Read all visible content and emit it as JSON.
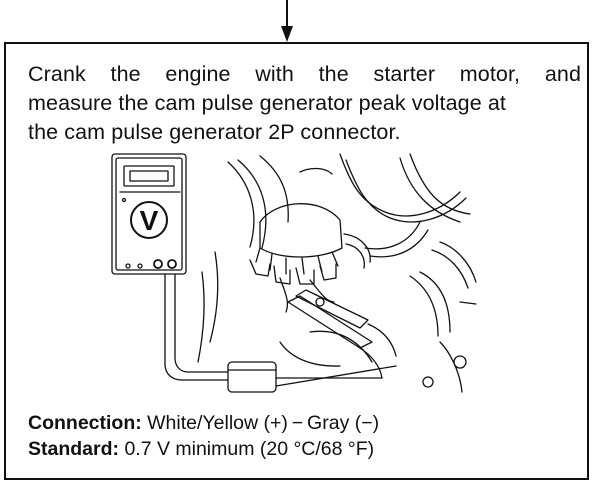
{
  "instruction": {
    "line1": "Crank the engine with the starter motor, and",
    "line2": "measure the cam pulse generator peak voltage at",
    "line3": "the cam pulse generator 2P connector."
  },
  "illustration": {
    "meter_symbol": "V",
    "icon": "multimeter-icon"
  },
  "specs": {
    "connection_label": "Connection:",
    "connection_value": "White/Yellow (+) − Gray (−)",
    "standard_label": "Standard:",
    "standard_value": "0.7 V minimum (20 °C/68 °F)"
  }
}
